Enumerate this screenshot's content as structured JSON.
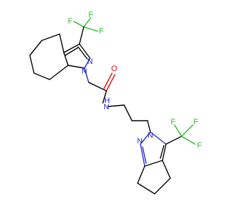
{
  "molecule": {
    "colors": {
      "carbon_bond": "#000000",
      "nitrogen": "#2a2ad8",
      "oxygen": "#e01010",
      "fluorine": "#2db82d",
      "hydrogen": "#2a2ad8",
      "background": "#ffffff"
    },
    "labels": {
      "upper_cf3": {
        "f_top_left": "F",
        "f_top_right": "F",
        "f_right": "F"
      },
      "upper_ring": {
        "n_ring_top": "N",
        "n_ring_bottom": "N"
      },
      "amide": {
        "oxygen": "O",
        "nitrogen_h": "H",
        "nitrogen": "N"
      },
      "lower_ring": {
        "n_ring_left": "N",
        "n_ring_right": "N"
      },
      "lower_cf3": {
        "f_top": "F",
        "f_right_top": "F",
        "f_right": "F"
      }
    }
  }
}
